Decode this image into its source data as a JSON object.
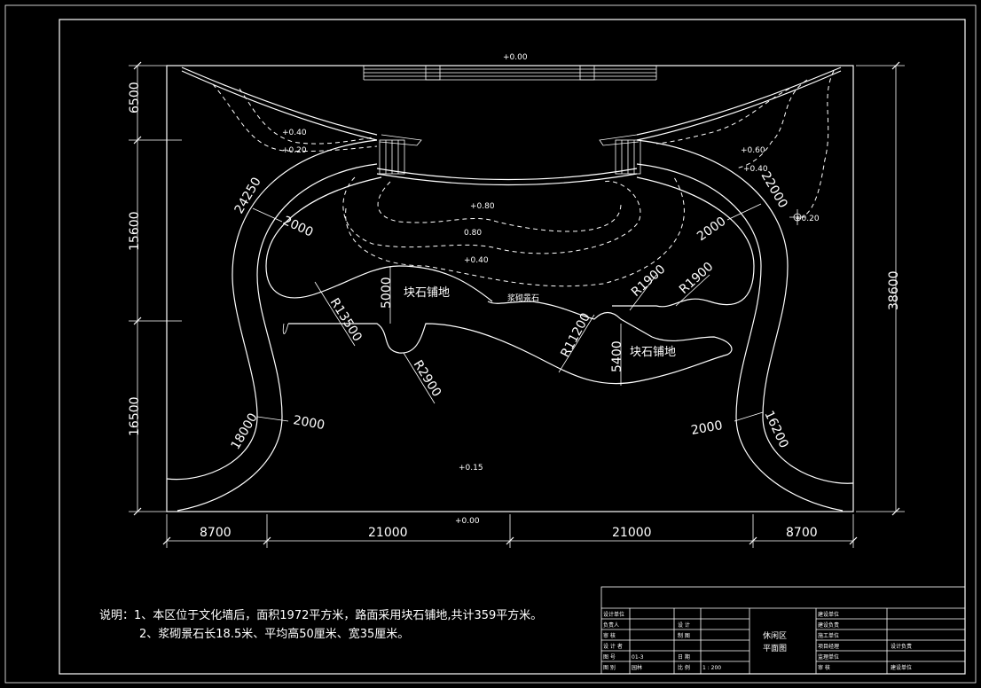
{
  "drawing": {
    "levels": {
      "top": "+0.00",
      "bottom": "+0.00",
      "center": "+0.15",
      "l1": "+0.40",
      "l2": "+0.20",
      "c1": "+0.80",
      "c2": "0.80",
      "c3": "+0.40",
      "r1": "+0.60",
      "r2": "+0.40",
      "r3": "+0.20"
    },
    "dims": {
      "h1": "8700",
      "h2": "21000",
      "h3": "21000",
      "h4": "8700",
      "v1": "6500",
      "v2": "15600",
      "v3": "16500",
      "vtotal": "38600",
      "r_left_top": "24250",
      "w_left_top": "2000",
      "r_left_bot": "18000",
      "w_left_bot": "2000",
      "r_right_top": "22000",
      "w_right_top": "2000",
      "r_right_bot": "16200",
      "w_right_bot": "2000",
      "r13500": "R13500",
      "r2900": "R2900",
      "h5000": "5000",
      "r11200": "R11200",
      "r1900a": "R1900",
      "r1900b": "R1900",
      "h5400": "5400"
    },
    "labels": {
      "paving1": "块石铺地",
      "paving2": "块石铺地",
      "stone": "浆砌景石"
    }
  },
  "notes": {
    "line1": "说明：1、本区位于文化墙后，面积1972平方米，路面采用块石铺地,共计359平方米。",
    "line2": "2、浆砌景石长18.5米、平均高50厘米、宽35厘米。"
  },
  "title_block": {
    "name_line1": "休闲区",
    "name_line2": "平面图",
    "rows_left": [
      "设计单位",
      "负责人",
      "审  核",
      "设 计 者",
      "图  号",
      "图  别"
    ],
    "rows_mid": [
      "",
      "设  计",
      "制  图",
      "",
      "日  期",
      "比  例"
    ],
    "no_value": "01-3",
    "type_value": "园林",
    "scale_value": "1 : 200",
    "rows_right": [
      "建设单位",
      "建设负责",
      "施工单位",
      "项目经理",
      "监理单位",
      "审  核"
    ],
    "rows_right_val": [
      "",
      "",
      "",
      "设计负责",
      "",
      "建设单位"
    ]
  }
}
